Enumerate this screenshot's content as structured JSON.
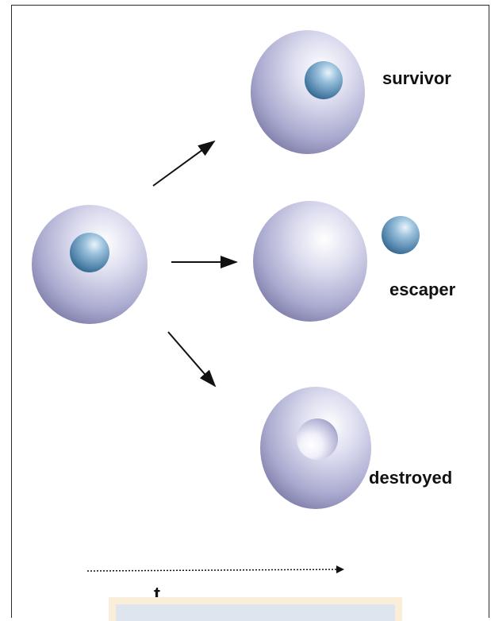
{
  "labels": {
    "survivor": "survivor",
    "escaper": "escaper",
    "destroyed": "destroyed",
    "time_axis": "t"
  },
  "colors": {
    "halo": "#c9c9e6",
    "halo_dark": "#7c7ca8",
    "core": "#6d9cc0",
    "core_dark": "#2d5f86",
    "arrow": "#111111"
  }
}
